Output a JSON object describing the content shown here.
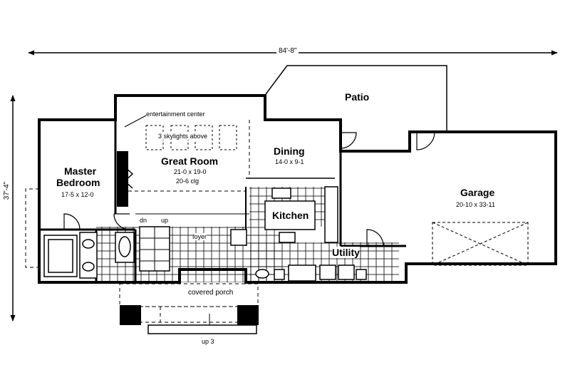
{
  "dimensions": {
    "overall_width": "84'-8\"",
    "overall_depth": "37'-4\""
  },
  "rooms": {
    "patio": {
      "name": "Patio"
    },
    "master_bedroom": {
      "name_line1": "Master",
      "name_line2": "Bedroom",
      "size": "17-5 x 12-0"
    },
    "great_room": {
      "name": "Great Room",
      "size": "21-0 x 19-0",
      "ceiling": "20-6 clg"
    },
    "dining": {
      "name": "Dining",
      "size": "14-0 x 9-1"
    },
    "garage": {
      "name": "Garage",
      "size": "20-10 x 33-11"
    },
    "kitchen": {
      "name": "Kitchen"
    },
    "utility": {
      "name": "Utility"
    },
    "covered_porch": {
      "name": "covered porch"
    }
  },
  "annotations": {
    "entertainment_center": "entertainment center",
    "skylights": "3 skylights above",
    "stair_dn": "dn",
    "stair_up": "up",
    "foyer": "foyer",
    "porch_steps": "up 3"
  },
  "colors": {
    "line": "#000000",
    "background": "#ffffff"
  }
}
